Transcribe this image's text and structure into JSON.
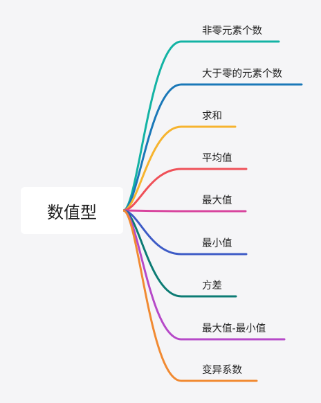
{
  "root": {
    "label": "数值型"
  },
  "branches": [
    {
      "label": "非零元素个数",
      "color": "#13b3a4"
    },
    {
      "label": "大于零的元素个数",
      "color": "#1a78b8"
    },
    {
      "label": "求和",
      "color": "#f6b42f"
    },
    {
      "label": "平均值",
      "color": "#ef5058"
    },
    {
      "label": "最大值",
      "color": "#d8459e"
    },
    {
      "label": "最小值",
      "color": "#3d5bc6"
    },
    {
      "label": "方差",
      "color": "#0c7b74"
    },
    {
      "label": "最大值-最小值",
      "color": "#b649c8"
    },
    {
      "label": "变异系数",
      "color": "#f18a32"
    }
  ]
}
